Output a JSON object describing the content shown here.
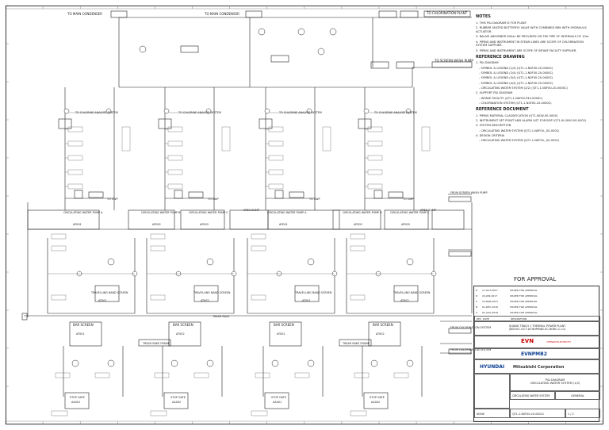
{
  "header_labels": [
    {
      "id": "to-condenser-1",
      "text": "TO MAIN CONDENSER"
    },
    {
      "id": "to-condenser-2",
      "text": "TO MAIN CONDENSER"
    },
    {
      "id": "to-chlorination",
      "text": "TO CHLORINATION PLANT"
    },
    {
      "id": "to-screen-wash",
      "text": "TO SCREEN WASH PUMP"
    }
  ],
  "pumps": [
    {
      "label": "CIRCULATING WATER PUMP A",
      "tag": "AP001"
    },
    {
      "label": "CIRCULATING WATER PUMP B",
      "tag": "AP002"
    },
    {
      "label": "CIRCULATING WATER PUMP C",
      "tag": "AP003"
    },
    {
      "label": "CIRCULATING WATER PUMP A",
      "tag": "AP001"
    },
    {
      "label": "CIRCULATING WATER PUMP B",
      "tag": "AP002"
    },
    {
      "label": "CIRCULATING WATER PUMP C",
      "tag": "AP003"
    }
  ],
  "screens": [
    {
      "label": "TRAVELLING BAND SCREEN",
      "tag": "AT001"
    },
    {
      "label": "TRAVELLING BAND SCREEN",
      "tag": "AT002"
    },
    {
      "label": "TRAVELLING BAND SCREEN",
      "tag": "AT001"
    },
    {
      "label": "TRAVELLING BAND SCREEN",
      "tag": "AT002"
    }
  ],
  "bar_screens": [
    {
      "label": "BAR SCREEN",
      "tag": "AT001"
    },
    {
      "label": "BAR SCREEN",
      "tag": "AT002"
    },
    {
      "label": "BAR SCREEN",
      "tag": "AT001"
    },
    {
      "label": "BAR SCREEN",
      "tag": "AT002"
    }
  ],
  "stop_gates": [
    {
      "label": "STOP GATE",
      "tag": "AA001"
    },
    {
      "label": "STOP GATE",
      "tag": "AA002"
    },
    {
      "label": "STOP GATE",
      "tag": "AA001"
    },
    {
      "label": "STOP GATE",
      "tag": "AA002"
    }
  ],
  "analyser_label": "TO CHLORINE ANALYSE SYSTEM",
  "to_cwp_label": "TO CWP",
  "area_sump": "AREA SUMP",
  "from_screen_wash": "FROM SCREEN WASH PUMP",
  "from_chlorination": "FROM CHLORINATION SYSTEM",
  "trash_rack": "TRASH RACK",
  "trash_rake_frame": "TRASH RAKE FRAME",
  "notes": {
    "title": "NOTES",
    "items": [
      "1. THIS P&I DIAGRAM IS FOR PLANT.",
      "2. RUBBER SEATED BUTTERFLY VALVE WITH COMBINED BRK WITH HYDRAULIC ACTUATOR.",
      "3. BALIVE ABSORBER SHALL BE PROVIDED ON THE PIPE OF INTERVALS OF 10m.",
      "4. PIPING AND INSTRUMENT IN STEAM LINES ARE SCOPE OF CHLORINATION SYSTEM SUPPLIER.",
      "5. PIPING AND INSTRUMENT ARE SCOPE OF INTAKE FACILITY SUPPLIER."
    ],
    "ref_title": "REFERENCE DRAWING",
    "ref_items": [
      "1. P&I DIAGRAM",
      "- SYMBOL & LEGEND (1/4) (QT1-1-N0F00-20-0000C)",
      "- SYMBOL & LEGEND (2/4) (QT1-1-N0F00-20-0000C)",
      "- SYMBOL & LEGEND (3/4) (QT1-1-N0F00-20-0000C)",
      "- SYMBOL & LEGEND (4/4) (QT1-1-N0F00-20-0000C)",
      "- CIRCULATING WATER SYSTEM (2/2) (QT1-1-N0F00-20-0000C)",
      "2. SUPPORT P&I DIAGRAM",
      "- INTAKE FACILITY (QT1-1-N0F00-P40-0000C)",
      "- CHLORINATION SYSTEM (QT1-1-N0F00-20-0000C)"
    ],
    "doc_title": "REFERENCE DOCUMENT",
    "doc_items": [
      "1. PIPING MATERIAL CLASSIFICATION (QT1-NCW-00-0000)",
      "2. INSTRUMENT SET POINT AND ALARM LIST FOR BOP (QT1-I0-0000-00-0002)",
      "3. SYSTEM DESCRIPTION",
      "- CIRCULATING WATER SYSTEM (QT1-1-N0F00-_00-0001)",
      "4. DESIGN CRITERIA",
      "- CIRCULATING WATER SYSTEM (QT1-1-N0F00-_00-0001)"
    ]
  },
  "approval": "FOR APPROVAL",
  "revisions": [
    {
      "rev": "E",
      "date": "17-OCT-2017",
      "desc": "ISSUED FOR APPROVAL"
    },
    {
      "rev": "D",
      "date": "20-JUN-2017",
      "desc": "ISSUED FOR APPROVAL"
    },
    {
      "rev": "C",
      "date": "15-MAR-2017",
      "desc": "ISSUED FOR APPROVAL"
    },
    {
      "rev": "B",
      "date": "01-DEC-2016",
      "desc": "ISSUED FOR APPROVAL"
    },
    {
      "rev": "A",
      "date": "01-AUG-2016",
      "desc": "ISSUED FOR APPROVAL"
    }
  ],
  "rev_headers": {
    "rev": "REV",
    "date": "DATE",
    "desc": "DESCRIPTION"
  },
  "project": "QUANG TRACH 1 THERMAL POWER PLANT\n(NGOOC-OCT-16 NHPMI82-EC-NOBC-C-C1)",
  "owner_logo": "EVN",
  "owner_sub": "VIETNAM ELECTRICITY",
  "pmb_logo": "EVNPMB2",
  "contractor1": "HYUNDAI",
  "contractor2": "Mitsubishi Corporation",
  "drawing_title": "P&I DIAGRAM\nCIRCULATING WATER SYSTEM (1/2)",
  "system_name": "CIRCULATING WATER SYSTEM",
  "discipline": "GENERAL",
  "drawing_no": "QT1-1-N0F00-20-0001C",
  "scale": "NONE",
  "sheet": "1 / 2"
}
